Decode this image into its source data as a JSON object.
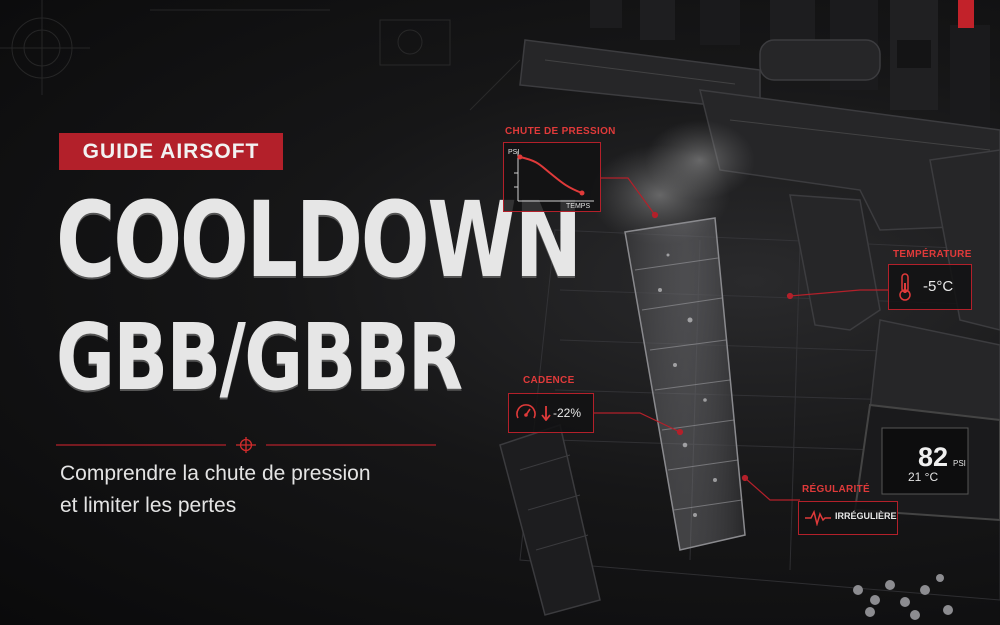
{
  "badge": {
    "label": "GUIDE AIRSOFT"
  },
  "title": {
    "line1": "COOLDOWN",
    "line2": "GBB/GBBR"
  },
  "subtitle": {
    "line1": "Comprendre la chute de pression",
    "line2": "et limiter les pertes"
  },
  "annotations": {
    "pressure_drop": {
      "label": "CHUTE DE PRESSION",
      "y_axis": "PSI",
      "x_axis": "TEMPS"
    },
    "temperature": {
      "label": "TEMPÉRATURE",
      "value": "-5°C"
    },
    "cadence": {
      "label": "CADENCE",
      "value": "-22%"
    },
    "regularity": {
      "label": "RÉGULARITÉ",
      "value": "IRRÉGULIÈRE"
    }
  },
  "device_display": {
    "pressure": "82",
    "pressure_unit": "PSI",
    "temperature": "21 °C"
  },
  "icons": [
    "crosshair-icon",
    "thermometer-icon",
    "speedometer-icon",
    "down-arrow-icon",
    "pulse-icon"
  ],
  "colors": {
    "accent": "#b3202a",
    "accent_bright": "#e03a3a",
    "text": "#e6e6e6",
    "background": "#0c0c0d"
  }
}
